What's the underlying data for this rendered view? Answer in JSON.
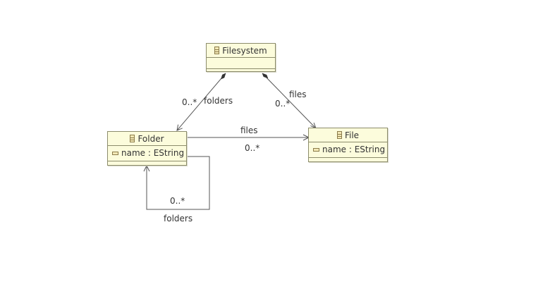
{
  "diagram": {
    "classes": {
      "filesystem": {
        "name": "Filesystem",
        "attributes": []
      },
      "folder": {
        "name": "Folder",
        "attributes": [
          "name : EString"
        ]
      },
      "file": {
        "name": "File",
        "attributes": [
          "name : EString"
        ]
      }
    },
    "references": {
      "filesystem_folders": {
        "name": "folders",
        "multiplicity": "0..*"
      },
      "filesystem_files": {
        "name": "files",
        "multiplicity": "0..*"
      },
      "folder_files": {
        "name": "files",
        "multiplicity": "0..*"
      },
      "folder_folders": {
        "name": "folders",
        "multiplicity": "0..*"
      }
    }
  }
}
